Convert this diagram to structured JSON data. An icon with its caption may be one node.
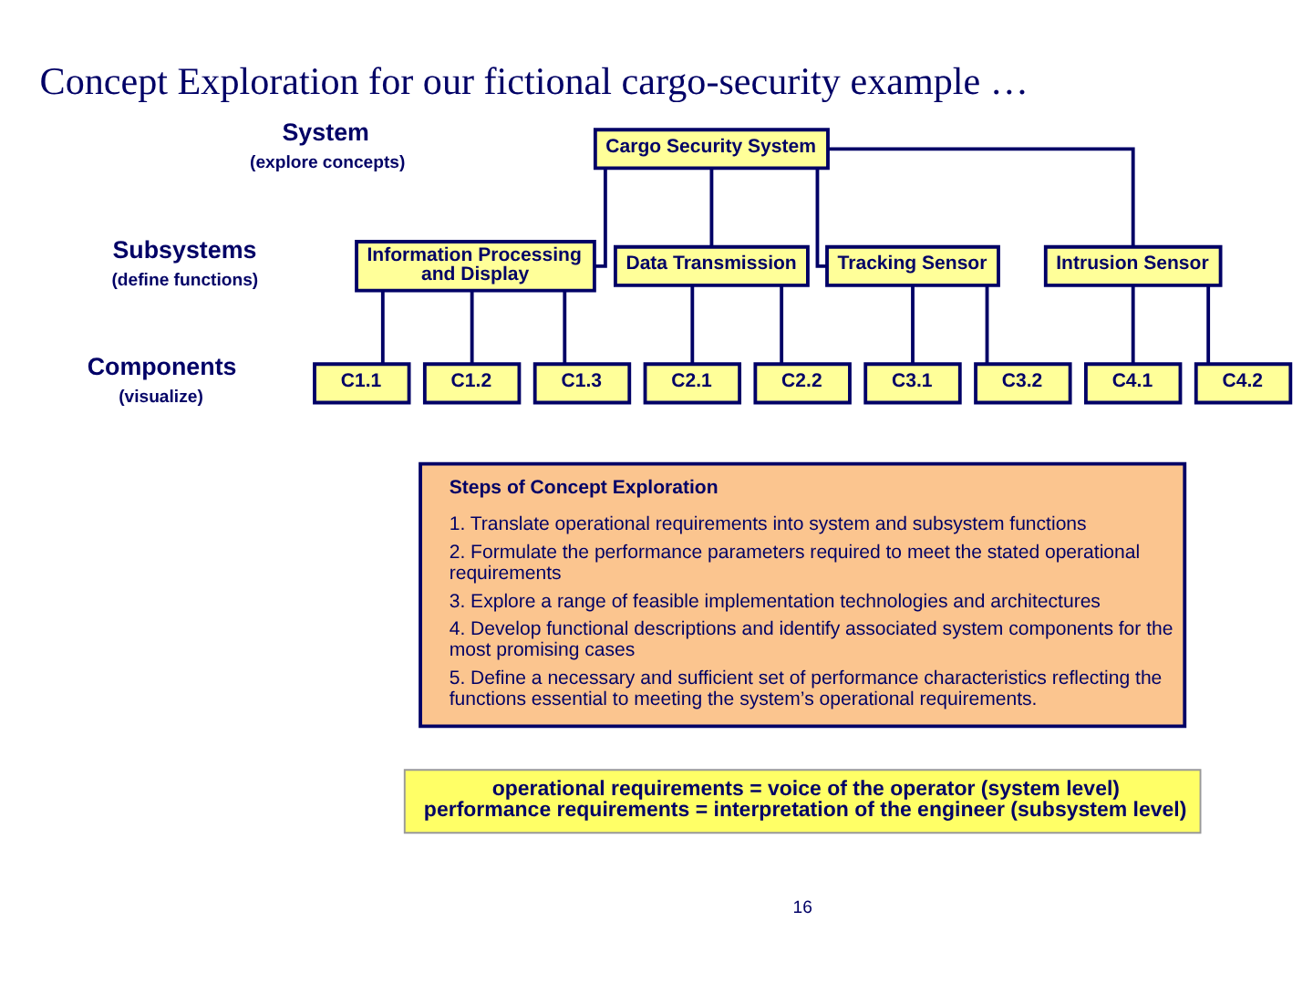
{
  "diagram": {
    "title": "Concept Exploration for our fictional cargo-security example …",
    "nodes": [
      {
        "text": [
          "Cargo Security System"
        ]
      },
      {
        "text": [
          "Information Processing and Display"
        ]
      },
      {
        "text": [
          "Data Transmission"
        ]
      },
      {
        "text": [
          "Tracking Sensor"
        ]
      },
      {
        "text": [
          "Intrusion Sensor"
        ]
      },
      {
        "text": [
          "C1.1"
        ]
      },
      {
        "text": [
          "C1.2"
        ]
      },
      {
        "text": [
          "C1.3"
        ]
      },
      {
        "text": [
          "C2.1"
        ]
      },
      {
        "text": [
          "C2.2"
        ]
      },
      {
        "text": [
          "C3.1"
        ]
      },
      {
        "text": [
          "C3.2"
        ]
      },
      {
        "text": [
          "C4.1"
        ]
      },
      {
        "text": [
          "C4.2"
        ]
      },
      {
        "text": [
          "Steps of Concept Exploration",
          "1. Translate operational requirements into system and subsystem functions",
          "2. Formulate the performance parameters required to meet the stated operational requirements",
          "3. Explore a range of feasible implementation technologies and architectures",
          "4. Develop functional descriptions and identify associated system components for the most promising cases",
          "5. Define a necessary and sufficient set of performance characteristics reflecting the functions essential to meeting the system’s operational requirements."
        ]
      },
      {
        "text": [
          "operational requirements = voice of the operator (system level)",
          "performance requirements = interpretation of the engineer (subsystem level)"
        ]
      }
    ],
    "edges": [
      {
        "from": 0,
        "to": 1,
        "arrow": "none"
      },
      {
        "from": 0,
        "to": 2,
        "arrow": "none"
      },
      {
        "from": 0,
        "to": 3,
        "arrow": "none"
      },
      {
        "from": 0,
        "to": 4,
        "arrow": "none"
      },
      {
        "from": 1,
        "to": 5,
        "arrow": "none"
      },
      {
        "from": 1,
        "to": 6,
        "arrow": "none"
      },
      {
        "from": 1,
        "to": 7,
        "arrow": "none"
      },
      {
        "from": 2,
        "to": 8,
        "arrow": "none"
      },
      {
        "from": 2,
        "to": 9,
        "arrow": "none"
      },
      {
        "from": 3,
        "to": 10,
        "arrow": "none"
      },
      {
        "from": 3,
        "to": 11,
        "arrow": "none"
      },
      {
        "from": 4,
        "to": 12,
        "arrow": "none"
      },
      {
        "from": 4,
        "to": 13,
        "arrow": "none"
      }
    ],
    "labels": [
      "System",
      "(explore concepts)",
      "Subsystems",
      "(define functions)",
      "Components",
      "(visualize)",
      "16"
    ]
  }
}
